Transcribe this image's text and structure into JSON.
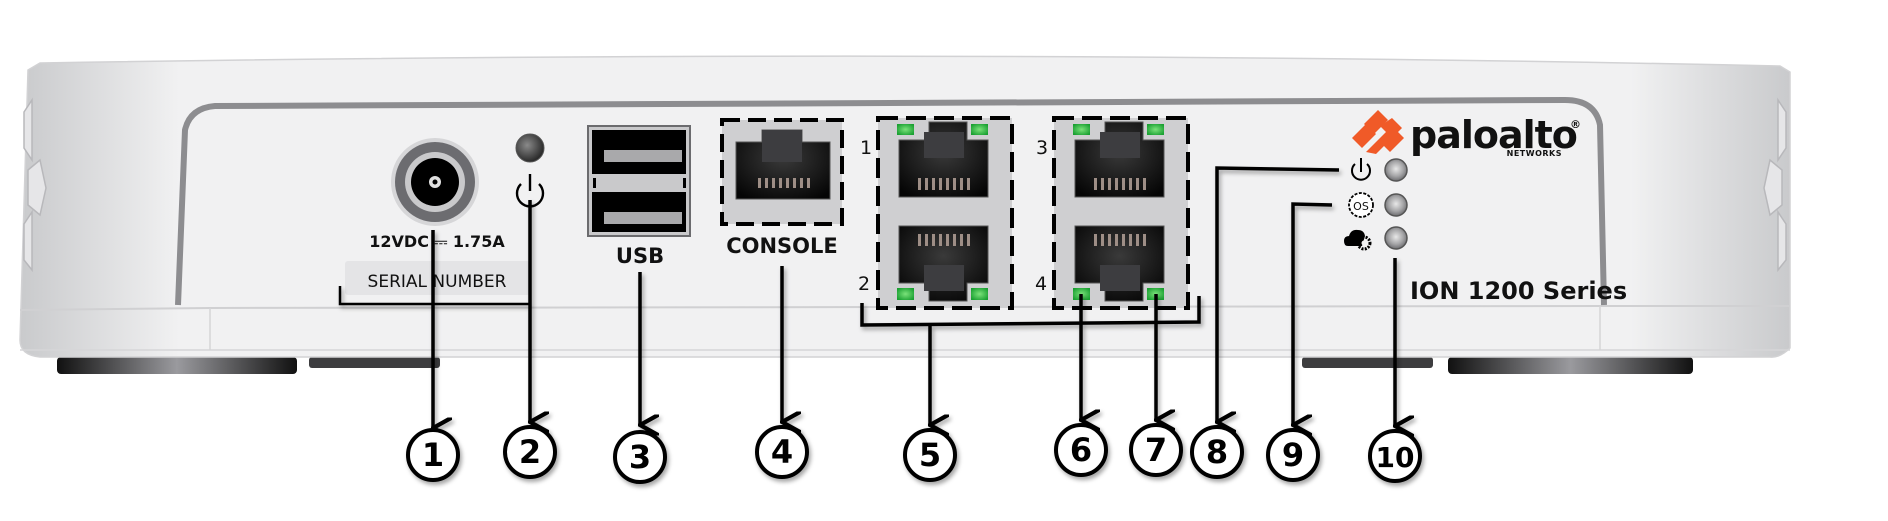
{
  "device": {
    "brand_name": "paloalto",
    "brand_registered": "®",
    "brand_sub": "NETWORKS",
    "model": "ION 1200 Series",
    "brand_color": "#f05a28",
    "link_led_color": "#22b33a"
  },
  "labels": {
    "power_rating": "12VDC ⎓ 1.75A",
    "serial_number": "SERIAL NUMBER",
    "usb": "USB",
    "console": "CONSOLE",
    "port_1": "1",
    "port_2": "2",
    "port_3": "3",
    "port_4": "4",
    "status_os": "OS"
  },
  "icons": {
    "power_jack": "dc-power-jack-icon",
    "power_button": "power-icon",
    "led_power": "power-icon",
    "led_os": "os-icon",
    "led_cloud": "cloud-gear-icon"
  },
  "callouts": [
    {
      "number": "1",
      "target": "Power input (12VDC 1.75A)"
    },
    {
      "number": "2",
      "target": "Power button"
    },
    {
      "number": "3",
      "target": "USB ports"
    },
    {
      "number": "4",
      "target": "Console port"
    },
    {
      "number": "5",
      "target": "Ethernet ports 1-4"
    },
    {
      "number": "6",
      "target": "Port link LED"
    },
    {
      "number": "7",
      "target": "Port activity LED"
    },
    {
      "number": "8",
      "target": "Power LED"
    },
    {
      "number": "9",
      "target": "OS LED"
    },
    {
      "number": "10",
      "target": "Controller connectivity LED"
    }
  ]
}
